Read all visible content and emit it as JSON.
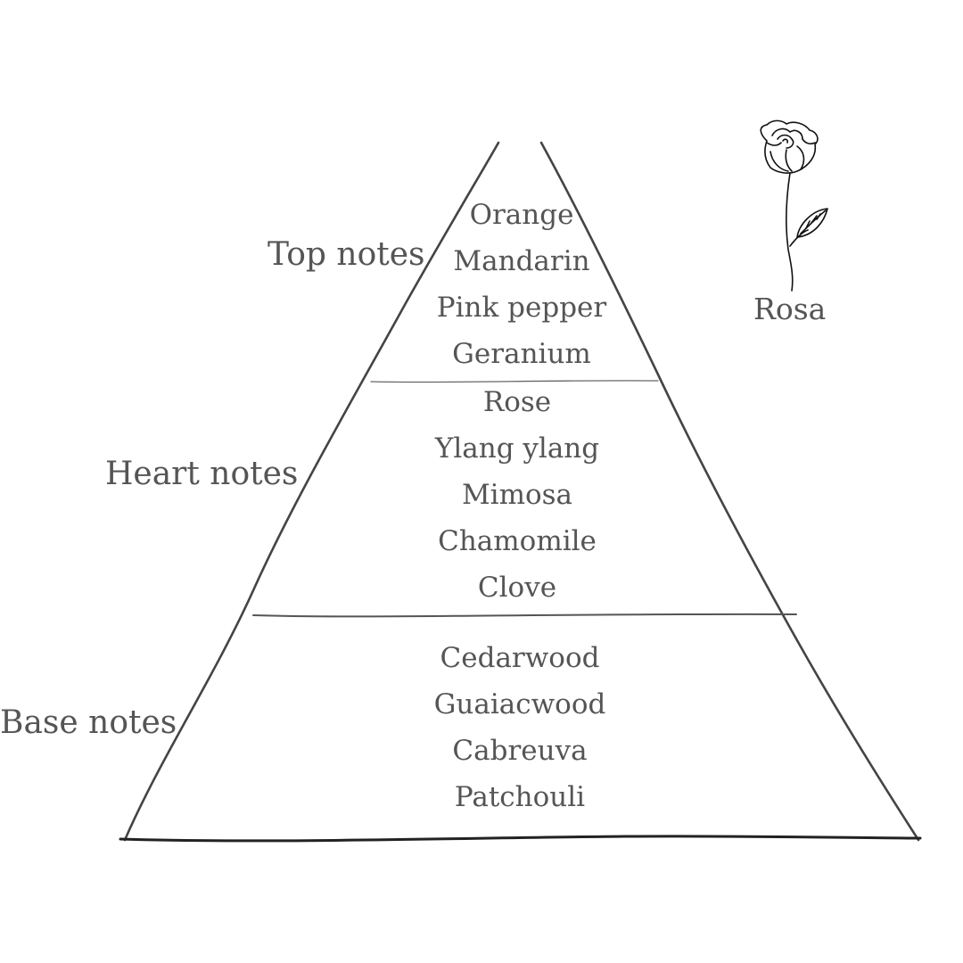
{
  "tiers": {
    "top": {
      "label": "Top notes",
      "notes": [
        "Orange",
        "Mandarin",
        "Pink pepper",
        "Geranium"
      ]
    },
    "heart": {
      "label": "Heart notes",
      "notes": [
        "Rose",
        "Ylang ylang",
        "Mimosa",
        "Chamomile",
        "Clove"
      ]
    },
    "base": {
      "label": "Base notes",
      "notes": [
        "Cedarwood",
        "Guaiacwood",
        "Cabreuva",
        "Patchouli"
      ]
    }
  },
  "flower": {
    "name": "Rosa",
    "icon": "rose-icon"
  },
  "colors": {
    "text": "#555555",
    "line": "#444444"
  }
}
